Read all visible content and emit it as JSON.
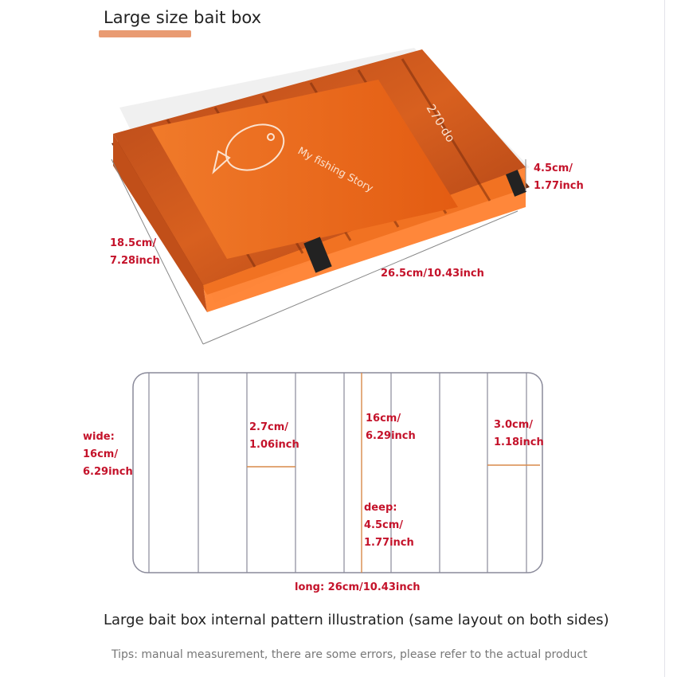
{
  "page": {
    "title": "Large size bait box",
    "caption": "Large bait box internal pattern illustration (same layout on both sides)",
    "tips": "Tips: manual measurement, there are some errors, please refer to the actual product"
  },
  "product": {
    "label_brand": "My fishing Story",
    "label_model": "270-do",
    "dims": {
      "height_cm": "4.5cm/",
      "height_in": "1.77inch",
      "width_cm": "18.5cm/",
      "width_in": "7.28inch",
      "length": "26.5cm/10.43inch"
    }
  },
  "diagram": {
    "wide_title": "wide:",
    "wide_cm": "16cm/",
    "wide_in": "6.29inch",
    "slot1_cm": "2.7cm/",
    "slot1_in": "1.06inch",
    "slot2_cm": "16cm/",
    "slot2_in": "6.29inch",
    "slot3_cm": "3.0cm/",
    "slot3_in": "1.18inch",
    "deep_title": "deep:",
    "deep_cm": "4.5cm/",
    "deep_in": "1.77inch",
    "long": "long: 26cm/10.43inch"
  },
  "colors": {
    "box_orange": "#e0641c",
    "box_dark": "#8a3a16",
    "dimension_red": "#c4122a",
    "accent_bar": "#e99b72"
  }
}
